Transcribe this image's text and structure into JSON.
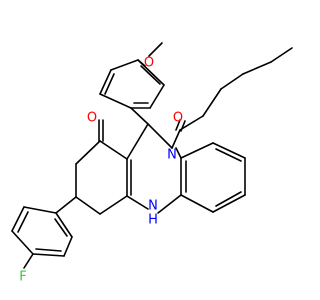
{
  "atoms": {
    "oxygen_methoxy": "O",
    "oxygen_ketone": "O",
    "oxygen_acyl": "O",
    "nitrogen_ring": "N",
    "nitrogen_amine": "N",
    "hydrogen_amine": "H",
    "fluorine": "F"
  },
  "colors": {
    "bond": "#000000",
    "oxygen": "#ff0000",
    "nitrogen": "#0000ff",
    "fluorine": "#33cc33",
    "background": "#ffffff"
  }
}
